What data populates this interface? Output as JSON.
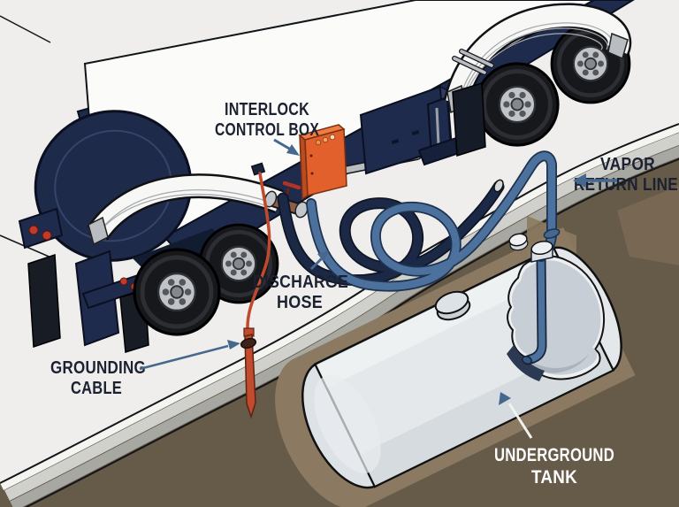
{
  "figure": {
    "kind": "isometric technical diagram",
    "subject": "Tanker truck unloading fuel into an underground storage tank"
  },
  "labels": {
    "interlock_control_box": {
      "line1": "INTERLOCK",
      "line2": "CONTROL BOX"
    },
    "vapor_return_line": {
      "line1": "VAPOR",
      "line2": "RETURN LINE"
    },
    "discharge_hose": {
      "line1": "DISCHARGE",
      "line2": "HOSE"
    },
    "grounding_cable": {
      "line1": "GROUNDING",
      "line2": "CABLE"
    },
    "underground_tank": {
      "line1": "UNDERGROUND",
      "line2": "TANK"
    }
  },
  "colors": {
    "background": "#efeeec",
    "truck_navy": "#1f2b4c",
    "truck_navy_dark": "#0c1322",
    "barrel_white": "#fbfbf9",
    "fender_white": "#f7f7f5",
    "tire_black": "#17181c",
    "hub_silver": "#c0c4c9",
    "orange_box": "#e2602c",
    "orange_box_side": "#b84d1f",
    "orange_box_top": "#ef7c40",
    "discharge_hose": "#1c2946",
    "vapor_line": "#4c719c",
    "grounding_cable": "#bf4a2d",
    "grounding_rod": "#c14b2e",
    "curb_light": "#d0d0cd",
    "curb_mid": "#a8a8a3",
    "curb_highlight": "#f4f4f1",
    "soil_dark": "#665a49",
    "soil_light": "#8b7a61",
    "tank_gray": "#e4e8eb",
    "tank_cap": "#dde2e6",
    "tank_interior": "#c7ced5",
    "tank_rim": "#edeff1",
    "arrow_blue": "#46688f",
    "label_text_dark": "#1b2130",
    "label_text_light": "#fcfcfc"
  }
}
